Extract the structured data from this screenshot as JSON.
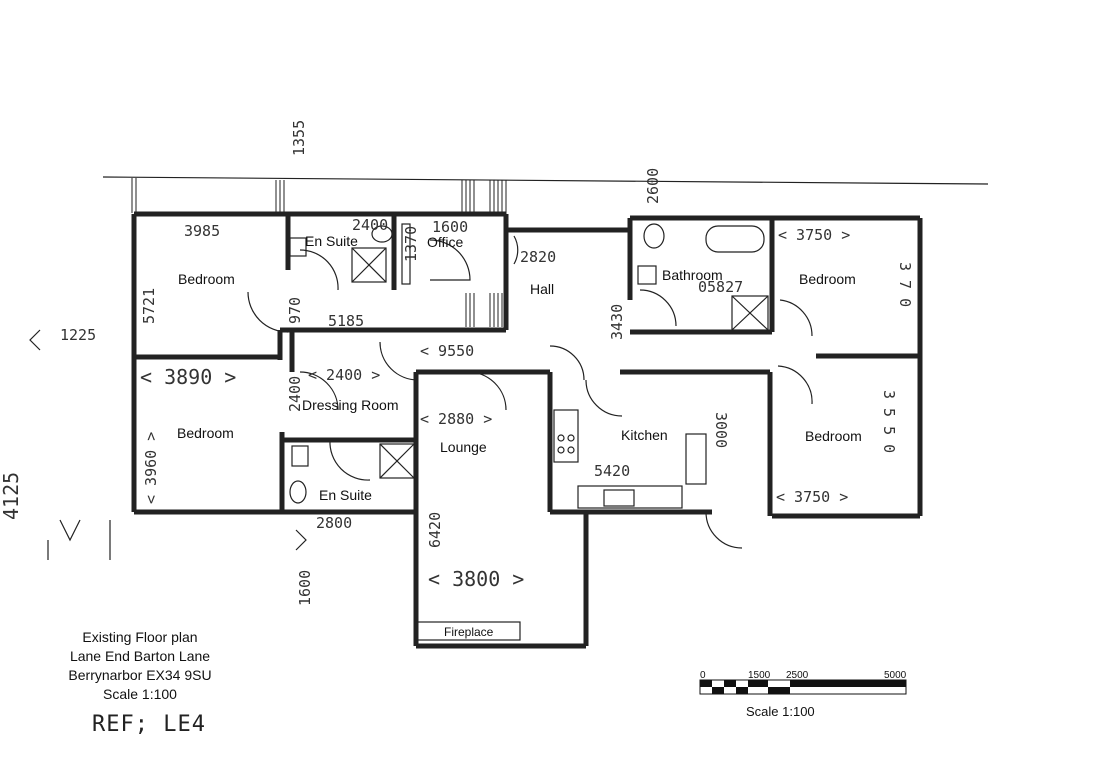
{
  "rooms": {
    "bedroom_nw": "Bedroom",
    "en_suite_n": "En Suite",
    "office": "Office",
    "hall": "Hall",
    "bathroom": "Bathroom",
    "bedroom_ne": "Bedroom",
    "bedroom_w": "Bedroom",
    "dressing_room": "Dressing Room",
    "en_suite_s": "En Suite",
    "lounge": "Lounge",
    "kitchen": "Kitchen",
    "bedroom_e": "Bedroom",
    "fireplace": "Fireplace"
  },
  "dimensions": {
    "d_3985": "3985",
    "d_1355": "1355",
    "d_2600_top": "2600",
    "d_2820": "2820",
    "d_3750_top": "< 3750 >",
    "d_5721": "5721",
    "d_970": "970",
    "d_5185": "5185",
    "d_3430": "3430",
    "d_05827": "05827",
    "d_3710": "3 7 0",
    "d_9550": "< 9550",
    "d_3890": "< 3890 >",
    "d_2400": "2400",
    "d_2400b": "< 2400 >",
    "d_2880": "< 2880 >",
    "d_3960": "< 3960 >",
    "d_3000": "3000",
    "d_3550": "3 5 5 0",
    "d_5420": "5420",
    "d_6420": "6420",
    "d_2800": "2800",
    "d_3800": "< 3800 >",
    "d_3750_bottom": "< 3750 >",
    "d_1600": "1600",
    "d_4125": "4125",
    "d_1370": "1370",
    "d_2400_small": "2400",
    "d_1600_small": "1600",
    "d_1225": "1225"
  },
  "title": {
    "line1": "Existing Floor plan",
    "line2": "Lane End Barton Lane",
    "line3": "Berrynarbor EX34 9SU",
    "line4": "Scale 1:100",
    "ref": "REF; LE4"
  },
  "scale_bar": {
    "tick_0": "0",
    "tick_1500": "1500",
    "tick_2500": "2500",
    "tick_5000": "5000",
    "caption": "Scale 1:100"
  }
}
